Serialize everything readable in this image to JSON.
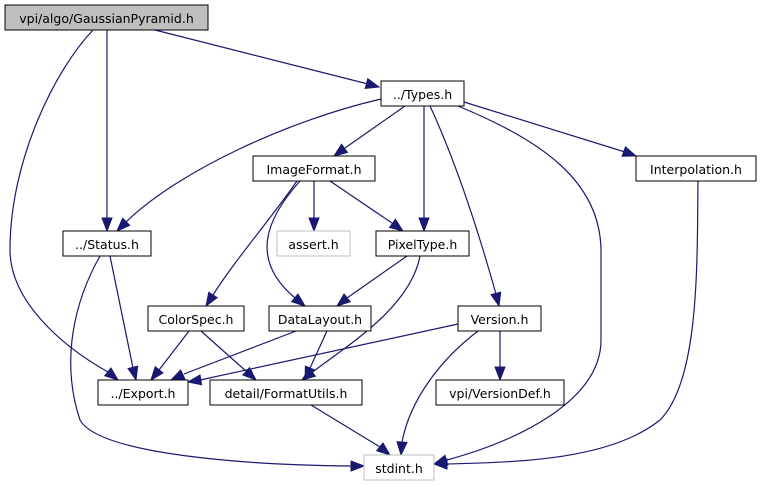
{
  "diagram": {
    "type": "include-dependency-graph",
    "edge_color": "#191970",
    "nodes": [
      {
        "id": "root",
        "label": "vpi/algo/GaussianPyramid.h",
        "kind": "root"
      },
      {
        "id": "types",
        "label": "../Types.h",
        "kind": "local"
      },
      {
        "id": "imageformat",
        "label": "ImageFormat.h",
        "kind": "local"
      },
      {
        "id": "interpolation",
        "label": "Interpolation.h",
        "kind": "local"
      },
      {
        "id": "status",
        "label": "../Status.h",
        "kind": "local"
      },
      {
        "id": "assert",
        "label": "assert.h",
        "kind": "external"
      },
      {
        "id": "pixeltype",
        "label": "PixelType.h",
        "kind": "local"
      },
      {
        "id": "colorspec",
        "label": "ColorSpec.h",
        "kind": "local"
      },
      {
        "id": "datalayout",
        "label": "DataLayout.h",
        "kind": "local"
      },
      {
        "id": "version",
        "label": "Version.h",
        "kind": "local"
      },
      {
        "id": "export",
        "label": "../Export.h",
        "kind": "local"
      },
      {
        "id": "formatutils",
        "label": "detail/FormatUtils.h",
        "kind": "local"
      },
      {
        "id": "versiondef",
        "label": "vpi/VersionDef.h",
        "kind": "local"
      },
      {
        "id": "stdint",
        "label": "stdint.h",
        "kind": "external"
      }
    ],
    "edges": [
      {
        "from": "root",
        "to": "types"
      },
      {
        "from": "root",
        "to": "status"
      },
      {
        "from": "root",
        "to": "export"
      },
      {
        "from": "types",
        "to": "imageformat"
      },
      {
        "from": "types",
        "to": "interpolation"
      },
      {
        "from": "types",
        "to": "status"
      },
      {
        "from": "types",
        "to": "pixeltype"
      },
      {
        "from": "types",
        "to": "version"
      },
      {
        "from": "types",
        "to": "stdint"
      },
      {
        "from": "imageformat",
        "to": "assert"
      },
      {
        "from": "imageformat",
        "to": "pixeltype"
      },
      {
        "from": "imageformat",
        "to": "colorspec"
      },
      {
        "from": "imageformat",
        "to": "datalayout"
      },
      {
        "from": "interpolation",
        "to": "stdint"
      },
      {
        "from": "status",
        "to": "export"
      },
      {
        "from": "status",
        "to": "stdint"
      },
      {
        "from": "pixeltype",
        "to": "datalayout"
      },
      {
        "from": "pixeltype",
        "to": "formatutils"
      },
      {
        "from": "colorspec",
        "to": "export"
      },
      {
        "from": "colorspec",
        "to": "formatutils"
      },
      {
        "from": "datalayout",
        "to": "export"
      },
      {
        "from": "datalayout",
        "to": "formatutils"
      },
      {
        "from": "version",
        "to": "export"
      },
      {
        "from": "version",
        "to": "versiondef"
      },
      {
        "from": "version",
        "to": "stdint"
      },
      {
        "from": "formatutils",
        "to": "stdint"
      }
    ]
  }
}
